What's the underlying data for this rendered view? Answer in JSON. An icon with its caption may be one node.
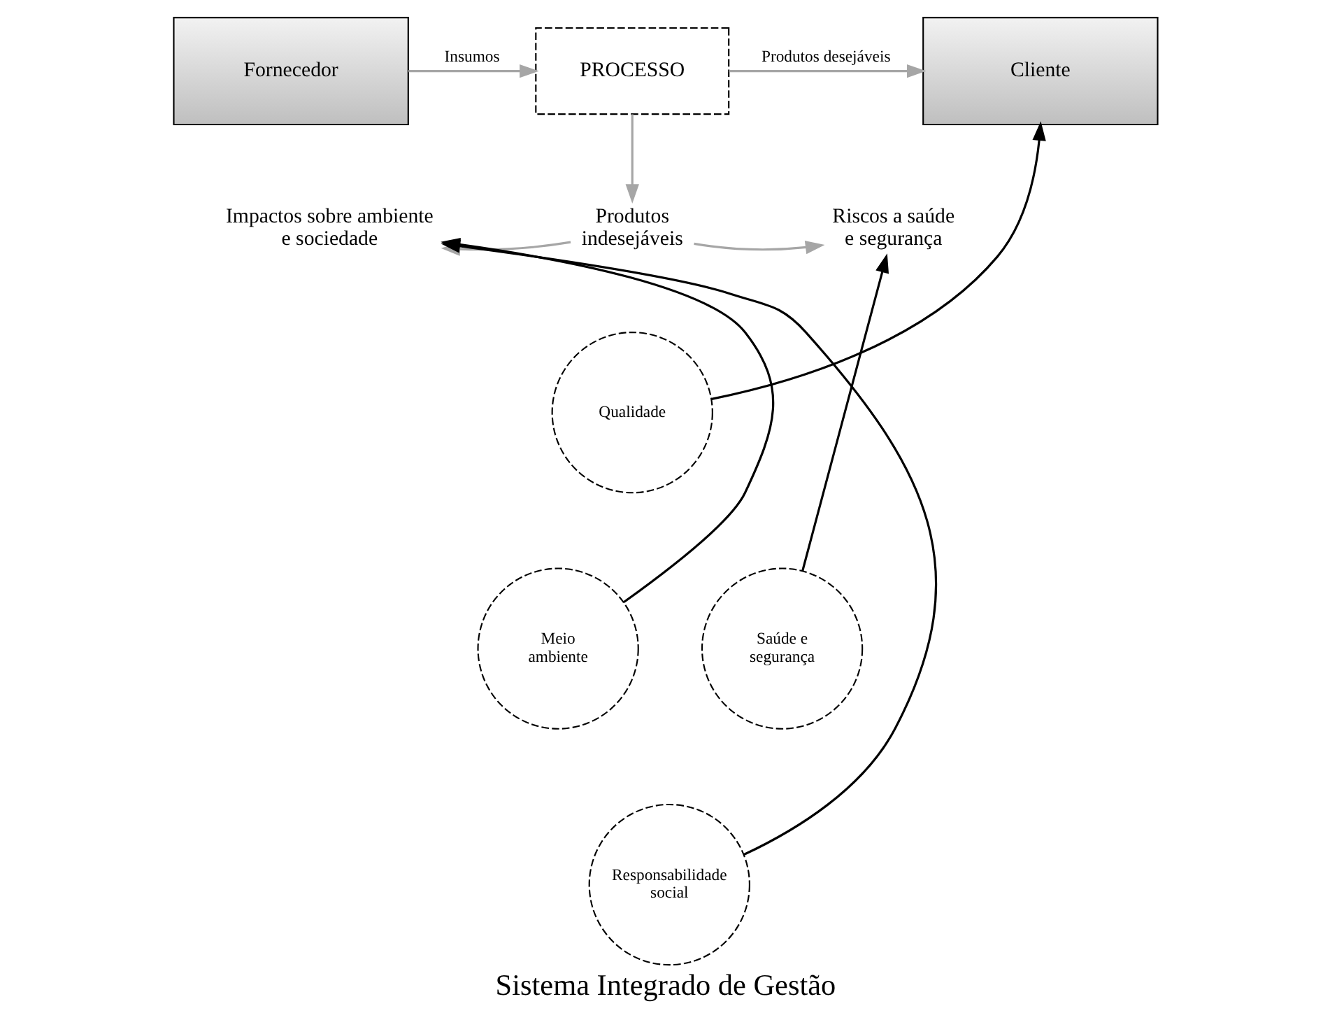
{
  "diagram": {
    "title": "Sistema Integrado de Gestão",
    "nodes": [
      {
        "text": [
          "Fornecedor"
        ]
      },
      {
        "text": [
          "PROCESSO"
        ]
      },
      {
        "text": [
          "Cliente"
        ]
      },
      {
        "text": [
          "Produtos indesejáveis"
        ]
      },
      {
        "text": [
          "Impactos sobre ambiente e sociedade"
        ]
      },
      {
        "text": [
          "Riscos a saúde e segurança"
        ]
      },
      {
        "text": [
          "Qualidade"
        ]
      },
      {
        "text": [
          "Meio ambiente"
        ]
      },
      {
        "text": [
          "Saúde e segurança"
        ]
      },
      {
        "text": [
          "Responsabilidade social"
        ]
      }
    ],
    "edges": [
      {
        "from": 0,
        "to": 1,
        "arrow": "to",
        "label": "Insumos",
        "color": "#a6a6a6"
      },
      {
        "from": 1,
        "to": 2,
        "arrow": "to",
        "label": "Produtos desejáveis",
        "color": "#a6a6a6"
      },
      {
        "from": 1,
        "to": 3,
        "arrow": "to",
        "color": "#a6a6a6"
      },
      {
        "from": 3,
        "to": 4,
        "arrow": "to",
        "color": "#a6a6a6"
      },
      {
        "from": 3,
        "to": 5,
        "arrow": "to",
        "color": "#a6a6a6"
      },
      {
        "from": 6,
        "to": 2,
        "arrow": "to",
        "color": "#000000"
      },
      {
        "from": 7,
        "to": 4,
        "arrow": "to",
        "color": "#000000"
      },
      {
        "from": 9,
        "to": 4,
        "arrow": "to",
        "color": "#000000"
      },
      {
        "from": 8,
        "to": 5,
        "arrow": "to",
        "color": "#000000"
      }
    ]
  }
}
